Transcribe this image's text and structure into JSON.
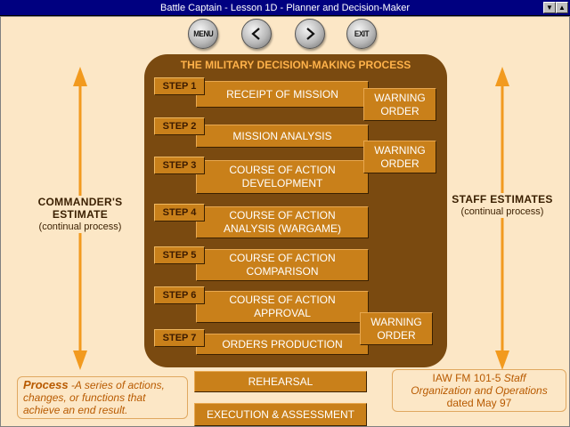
{
  "window": {
    "title": "Battle Captain - Lesson 1D - Planner and Decision-Maker",
    "minimize_glyph": "▼",
    "maximize_glyph": "▲"
  },
  "nav": {
    "menu_label": "MENU",
    "back_icon": "left-arrow-icon",
    "forward_icon": "right-arrow-icon",
    "exit_label": "EXIT"
  },
  "diagram": {
    "title": "THE MILITARY DECISION-MAKING PROCESS",
    "steps": [
      {
        "label": "STEP 1",
        "text": "RECEIPT OF MISSION"
      },
      {
        "label": "STEP 2",
        "text": "MISSION ANALYSIS"
      },
      {
        "label": "STEP 3",
        "text": "COURSE OF ACTION\nDEVELOPMENT"
      },
      {
        "label": "STEP 4",
        "text": "COURSE OF ACTION\nANALYSIS (WARGAME)"
      },
      {
        "label": "STEP 5",
        "text": "COURSE OF ACTION\nCOMPARISON"
      },
      {
        "label": "STEP 6",
        "text": "COURSE OF ACTION\nAPPROVAL"
      },
      {
        "label": "STEP 7",
        "text": "ORDERS PRODUCTION"
      }
    ],
    "warning_orders": [
      "WARNING\nORDER",
      "WARNING\nORDER",
      "WARNING\nORDER"
    ],
    "after_steps": [
      "REHEARSAL",
      "EXECUTION & ASSESSMENT"
    ]
  },
  "left_side": {
    "title_line1": "COMMANDER'S",
    "title_line2": "ESTIMATE",
    "subtitle": "(continual process)"
  },
  "right_side": {
    "title": "STAFF ESTIMATES",
    "subtitle": "(continual process)"
  },
  "process_note": {
    "word": "Process",
    "definition": " -A series of actions, changes, or functions that achieve an end result."
  },
  "reference_note": {
    "line1_prefix": "IAW FM 101-5 ",
    "line1_italic": "Staff",
    "line2_italic": "Organization and Operations",
    "line3": "dated May 97"
  },
  "colors": {
    "background": "#fce7c6",
    "panel": "#7a4a10",
    "box": "#c9801a",
    "arrow": "#f29a1e",
    "title_text": "#ffb24a"
  }
}
